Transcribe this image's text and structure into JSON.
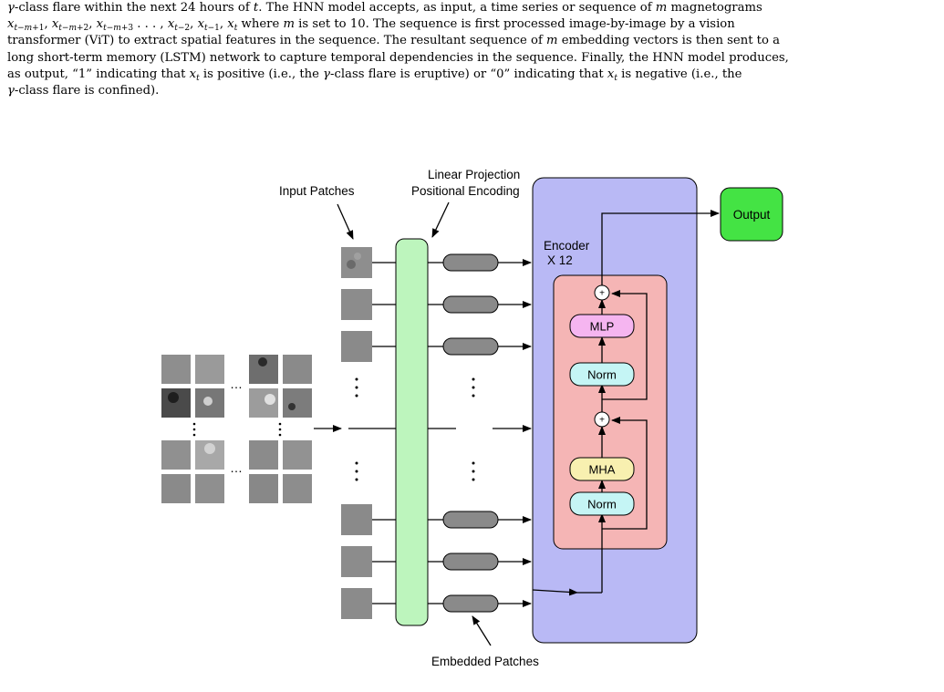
{
  "paragraph": {
    "line1_text": "-class flare within the next 24 hours of ",
    "line1_end": ". The HNN model accepts, as input, a time series or sequence of ",
    "line1_tail": " magnetograms",
    "line2_text": " where ",
    "line2_mid": " is set to 10. The sequence is first processed image-by-image by a vision",
    "line3": "transformer (ViT) to extract spatial features in the sequence. The resultant sequence of ",
    "line3_tail": " embedding vectors is then sent to a",
    "line4": "long short-term memory (LSTM) network to capture temporal dependencies in the sequence. Finally, the HNN model produces,",
    "line5_a": "as output, “1” indicating that ",
    "line5_b": " is positive (i.e., the ",
    "line5_c": "-class flare is eruptive) or “0” indicating that ",
    "line5_d": " is negative (i.e., the",
    "line6": "-class flare is confined)."
  },
  "figure": {
    "labels": {
      "input_patches": "Input Patches",
      "linear_projection": "Linear Projection",
      "positional_encoding": "Positional Encoding",
      "encoder": "Encoder",
      "encoder_repeat": "X 12",
      "output": "Output",
      "mlp": "MLP",
      "norm_top": "Norm",
      "mha": "MHA",
      "norm_bottom": "Norm",
      "embedded_patches": "Embedded Patches",
      "plus": "+"
    },
    "colors": {
      "encoder_bg": "#b9b9f5",
      "encoder_inner": "#f5b5b5",
      "linear_proj": "#bdf5bd",
      "output": "#44e344",
      "mlp": "#f5b5f0",
      "norm": "#c5f5f5",
      "mha": "#f8f0b0",
      "embedding": "#8a8a8a",
      "patch": "#8c8c8c"
    }
  }
}
